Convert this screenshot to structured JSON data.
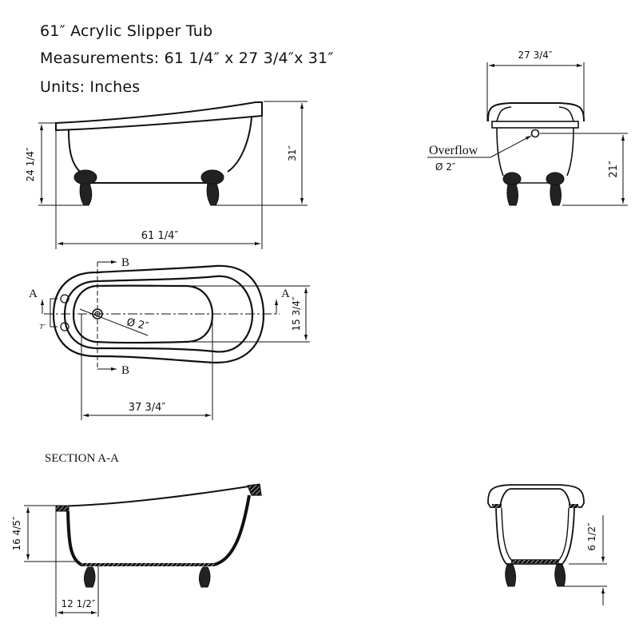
{
  "header": {
    "title": "61″ Acrylic Slipper Tub",
    "measurements": "Measurements: 61 1/4″ x 27 3/4″x 31″",
    "units": "Units: Inches"
  },
  "side_view": {
    "rim_height": "24 1/4″",
    "total_height": "31″",
    "length": "61 1/4″"
  },
  "end_view": {
    "width": "27 3/4″",
    "overflow_label": "Overflow",
    "overflow_diameter": "Ø 2″",
    "overflow_height": "21″"
  },
  "top_view": {
    "section_a_left": "A",
    "section_a_right": "A",
    "section_b_top": "B",
    "section_b_bottom": "B",
    "faucet_spacing": "7″",
    "drain_diameter": "Ø 2″",
    "interior_width": "15 3/4″",
    "interior_length": "37 3/4″"
  },
  "section_aa": {
    "label": "SECTION  A-A",
    "interior_depth": "16 4/5″",
    "drain_offset": "12 1/2″"
  },
  "section_bb": {
    "floor_clearance": "6 1/2″"
  }
}
